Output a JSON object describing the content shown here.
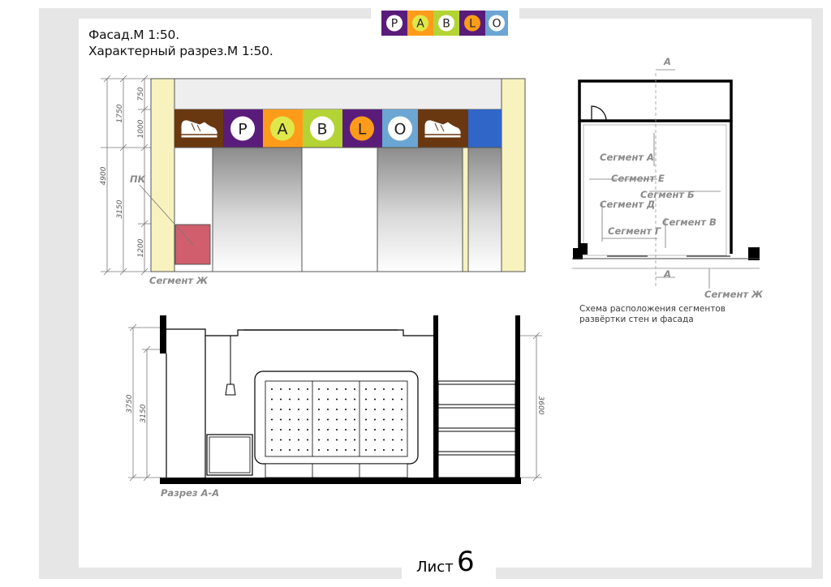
{
  "titles": {
    "facade": "Фасад.М 1:50.",
    "section": "Характерный разрез.М 1:50."
  },
  "logo": {
    "letters": [
      "P",
      "A",
      "B",
      "L",
      "O"
    ],
    "colors": [
      "#5a1c7a",
      "#ff9b1a",
      "#b4d334",
      "#5a1c7a",
      "#6ba6d4"
    ]
  },
  "facade": {
    "dims_outer": [
      "4900"
    ],
    "dims_inner": [
      "1750",
      "3150"
    ],
    "dims_right": [
      "750",
      "1000",
      "1200"
    ],
    "pk_label": "ПК",
    "segment_label": "Сегмент Ж"
  },
  "plan": {
    "cut_label": "А",
    "segments": [
      "Сегмент А",
      "Сегмент Е",
      "Сегмент Б",
      "Сегмент Д",
      "Сегмент В",
      "Сегмент Г",
      "Сегмент Ж"
    ],
    "note": "Схема расположения сегментов развёртки стен и фасада"
  },
  "section": {
    "dims_left": [
      "3750",
      "3150"
    ],
    "dims_right": [
      "3600"
    ],
    "label": "Разрез А-А"
  },
  "sheet": {
    "word": "Лист",
    "number": "6"
  }
}
